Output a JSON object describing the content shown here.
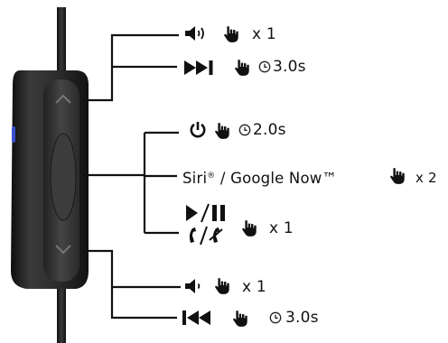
{
  "controls": {
    "volume_up": {
      "icon": "volume-up-icon",
      "gesture": "hand-tap-icon",
      "count": "x 1"
    },
    "next_track": {
      "icon": "next-track-icon",
      "gesture": "hand-tap-icon",
      "timer": "clock-icon",
      "duration": "3.0s"
    },
    "power": {
      "icon": "power-icon",
      "gesture": "hand-tap-icon",
      "timer": "clock-icon",
      "duration": "2.0s"
    },
    "voice_assistant": {
      "label": "Siri",
      "mark": "®",
      "label_rest": " / Google Now™",
      "gesture": "hand-tap-icon",
      "count": "x 2"
    },
    "play_pause_call": {
      "icon": "play-pause-icon",
      "icon2": "answer-end-call-icon",
      "gesture": "hand-tap-icon",
      "count": "x 1"
    },
    "volume_down": {
      "icon": "volume-down-icon",
      "gesture": "hand-tap-icon",
      "count": "x 1"
    },
    "previous_track": {
      "icon": "previous-track-icon",
      "gesture": "hand-tap-icon",
      "timer": "clock-icon",
      "duration": "3.0s"
    }
  },
  "colors": {
    "line": "#111111",
    "remote_body": "#2b2b2b",
    "remote_panel": "#3a3a3a",
    "led": "#3a4fd0"
  }
}
